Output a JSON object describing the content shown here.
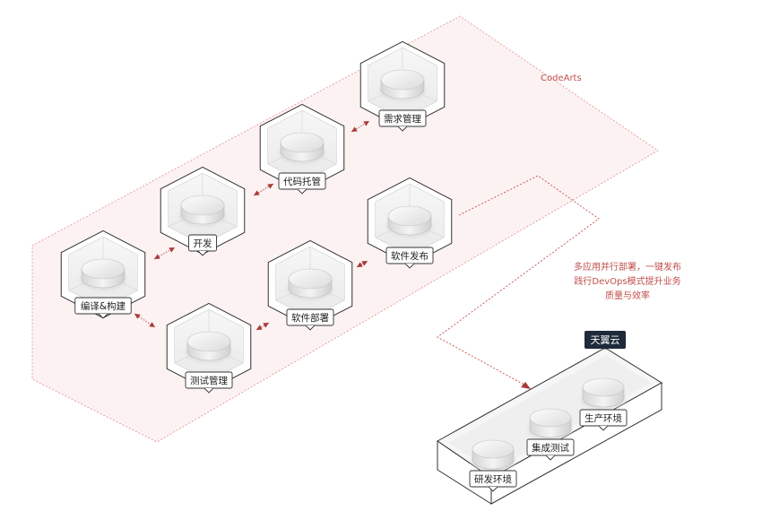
{
  "region_label": "CodeArts",
  "nodes": [
    {
      "id": "req",
      "label": "需求管理"
    },
    {
      "id": "code",
      "label": "代码托管"
    },
    {
      "id": "dev",
      "label": "开发"
    },
    {
      "id": "build",
      "label": "编译&构建"
    },
    {
      "id": "test",
      "label": "测试管理"
    },
    {
      "id": "deploy",
      "label": "软件部署"
    },
    {
      "id": "release",
      "label": "软件发布"
    }
  ],
  "note": {
    "line1": "多应用并行部署，一键发布",
    "line2": "践行DevOps模式提升业务",
    "line3": "质量与效率"
  },
  "cloud": {
    "title": "天翼云",
    "environments": [
      "研发环境",
      "集成测试",
      "生产环境"
    ]
  },
  "colors": {
    "accent": "#c0504d",
    "region_fill": "#fdf1f1",
    "badge_bg": "#1f2a3a"
  }
}
